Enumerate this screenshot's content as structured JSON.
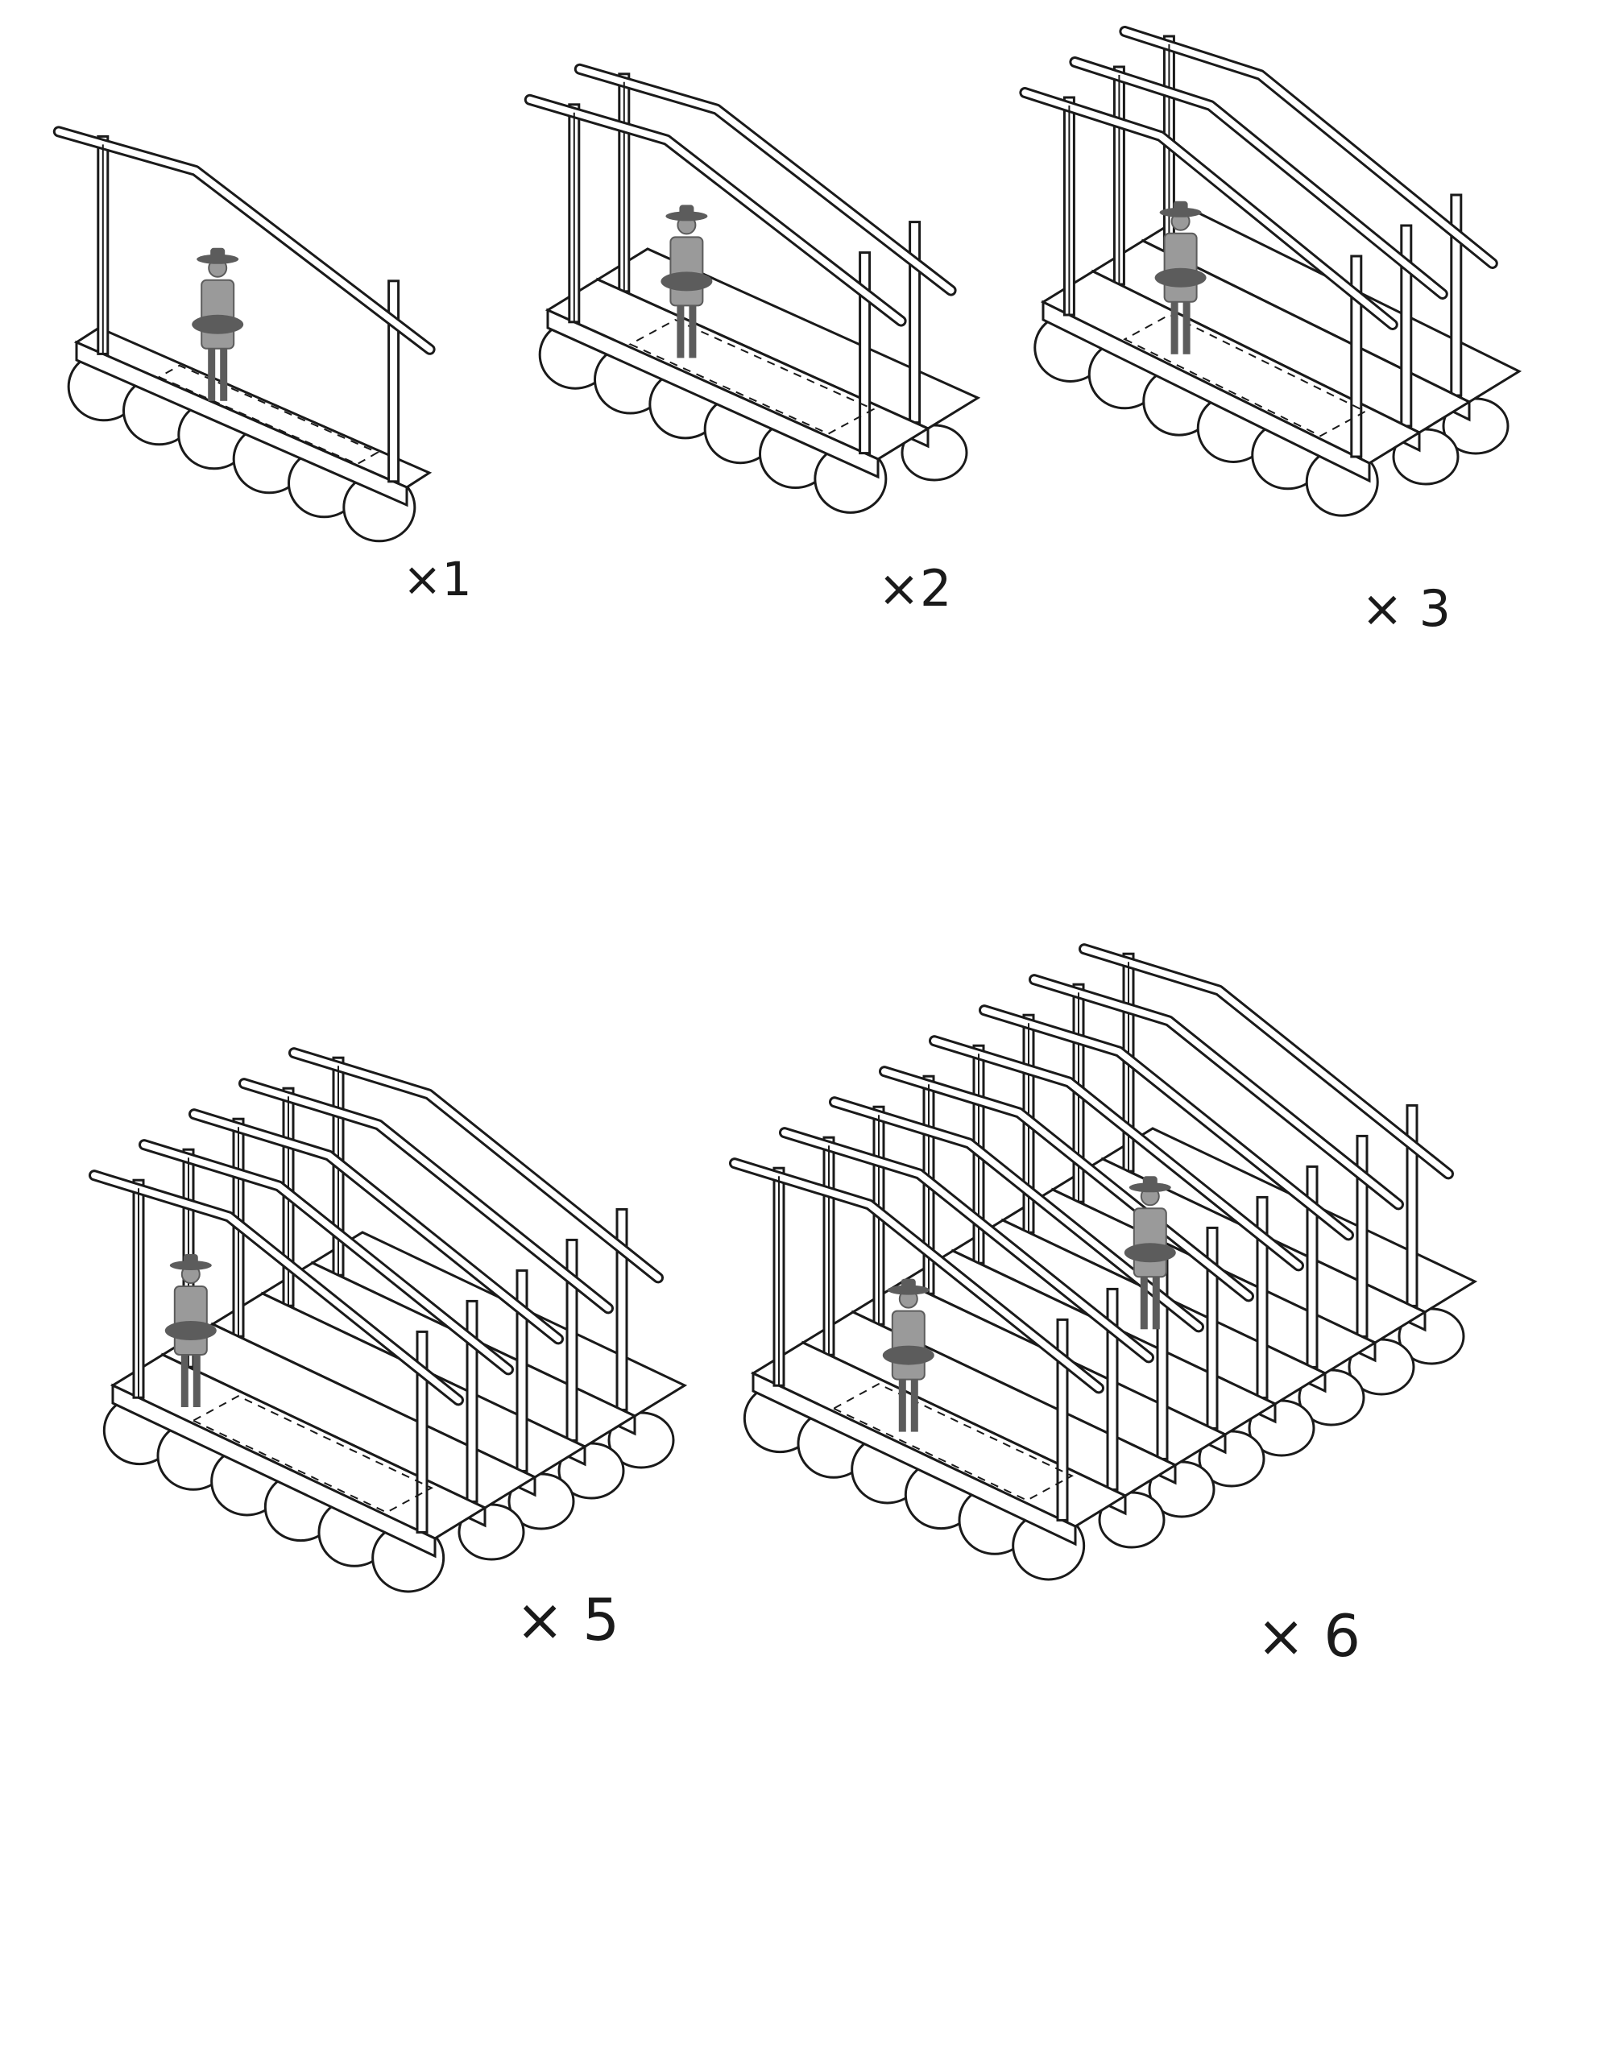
{
  "colors": {
    "ink": "#1a1a1a",
    "deck": "#ffffff",
    "figure": "#5c5c5c",
    "figure_light": "#9a9a9a"
  },
  "modules": [
    {
      "label": "×1",
      "units": 1,
      "figures": 1
    },
    {
      "label": "×2",
      "units": 2,
      "figures": 1
    },
    {
      "label": "× 3",
      "units": 3,
      "figures": 1
    },
    {
      "label": "× 5",
      "units": 5,
      "figures": 1
    },
    {
      "label": "× 6",
      "units": 8,
      "figures": 2
    }
  ]
}
